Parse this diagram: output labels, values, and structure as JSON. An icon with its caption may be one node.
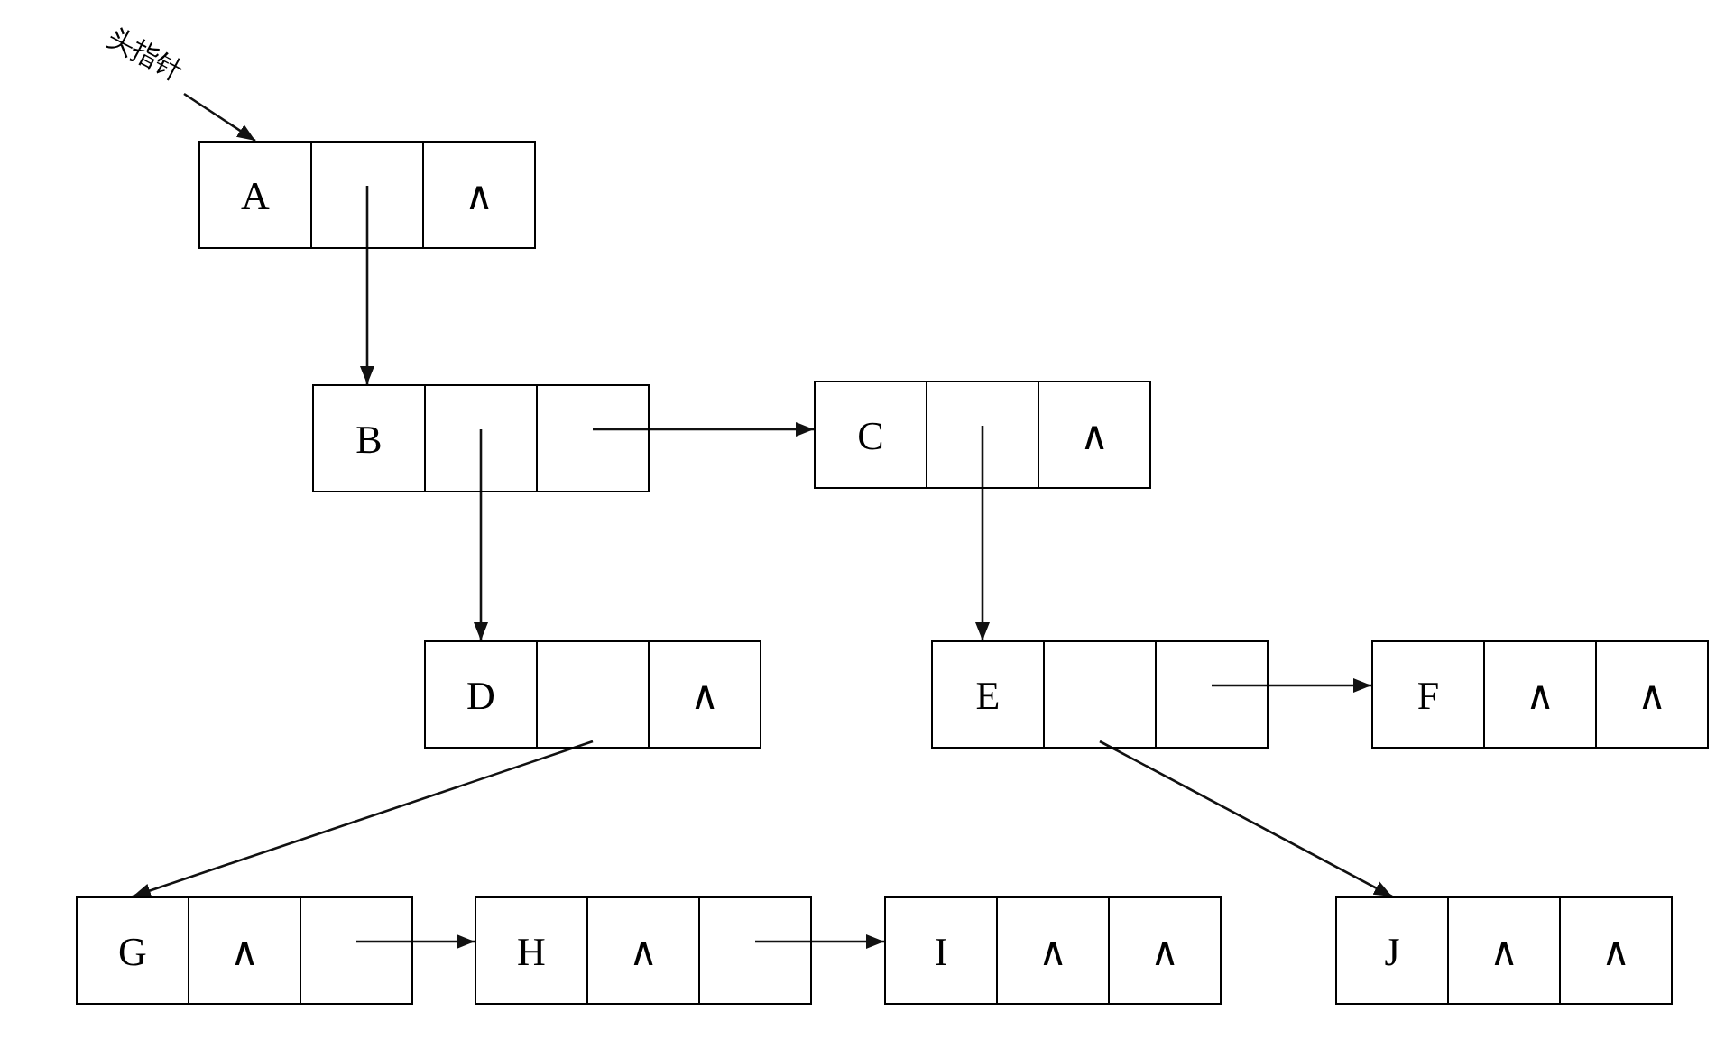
{
  "diagram": {
    "nodes": [
      {
        "text": [
          "头指针"
        ]
      },
      {
        "text": [
          "A"
        ]
      },
      {
        "text": [],
        "shape": "box"
      },
      {
        "text": [
          "∧"
        ]
      },
      {
        "text": [
          "B"
        ]
      },
      {
        "text": [],
        "shape": "box"
      },
      {
        "text": [],
        "shape": "box"
      },
      {
        "text": [
          "C"
        ]
      },
      {
        "text": [],
        "shape": "box"
      },
      {
        "text": [
          "∧"
        ]
      },
      {
        "text": [
          "D"
        ]
      },
      {
        "text": [],
        "shape": "box"
      },
      {
        "text": [
          "∧"
        ]
      },
      {
        "text": [
          "E"
        ]
      },
      {
        "text": [],
        "shape": "box"
      },
      {
        "text": [],
        "shape": "box"
      },
      {
        "text": [
          "F"
        ]
      },
      {
        "text": [
          "∧"
        ]
      },
      {
        "text": [
          "∧"
        ]
      },
      {
        "text": [
          "G"
        ]
      },
      {
        "text": [
          "∧"
        ]
      },
      {
        "text": [],
        "shape": "box"
      },
      {
        "text": [
          "H"
        ]
      },
      {
        "text": [
          "∧"
        ]
      },
      {
        "text": [],
        "shape": "box"
      },
      {
        "text": [
          "I"
        ]
      },
      {
        "text": [
          "∧"
        ]
      },
      {
        "text": [
          "∧"
        ]
      },
      {
        "text": [
          "J"
        ]
      },
      {
        "text": [
          "∧"
        ]
      },
      {
        "text": [
          "∧"
        ]
      }
    ],
    "edges": [
      {
        "from": 0,
        "to": 1,
        "arrow": "to"
      },
      {
        "from": 2,
        "to": 4,
        "arrow": "to"
      },
      {
        "from": 5,
        "to": 10,
        "arrow": "to"
      },
      {
        "from": 6,
        "to": 7,
        "arrow": "to"
      },
      {
        "from": 8,
        "to": 13,
        "arrow": "to"
      },
      {
        "from": 11,
        "to": 19,
        "arrow": "to"
      },
      {
        "from": 14,
        "to": 28,
        "arrow": "to"
      },
      {
        "from": 15,
        "to": 16,
        "arrow": "to"
      },
      {
        "from": 21,
        "to": 22,
        "arrow": "to"
      },
      {
        "from": 24,
        "to": 25,
        "arrow": "to"
      }
    ]
  }
}
